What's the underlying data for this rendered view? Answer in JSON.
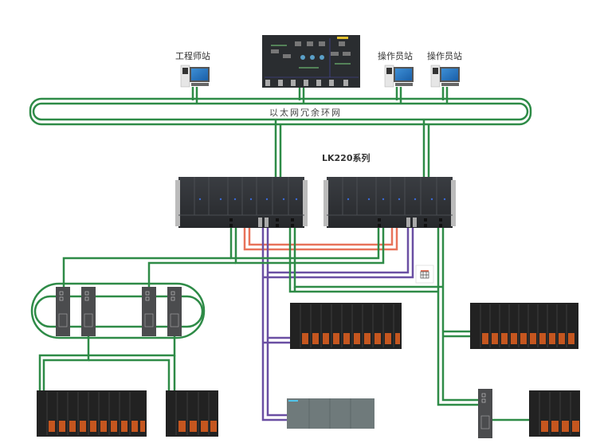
{
  "diagram": {
    "title": "LK220系列",
    "ring_network_label": "以太网冗余环网",
    "stations": [
      {
        "label": "工程师站",
        "type": "engineer-station"
      },
      {
        "label": "操作员站",
        "type": "operator-station"
      },
      {
        "label": "操作员站",
        "type": "operator-station"
      }
    ],
    "hmi_screen": "process-monitoring-display",
    "controllers": [
      "LK220 controller rack A",
      "LK220 controller rack B"
    ],
    "link_colors": {
      "ethernet": "#2e8b47",
      "redundancy": "#e8735a",
      "profibus": "#6a4fa3"
    },
    "remote_io": [
      "remote-io-rack-center",
      "remote-io-rack-right",
      "remote-io-rack-bottom-left-large",
      "remote-io-rack-bottom-left-small",
      "remote-io-rack-bottom-right"
    ],
    "switches": 5,
    "third_party_device": "plc-device"
  }
}
